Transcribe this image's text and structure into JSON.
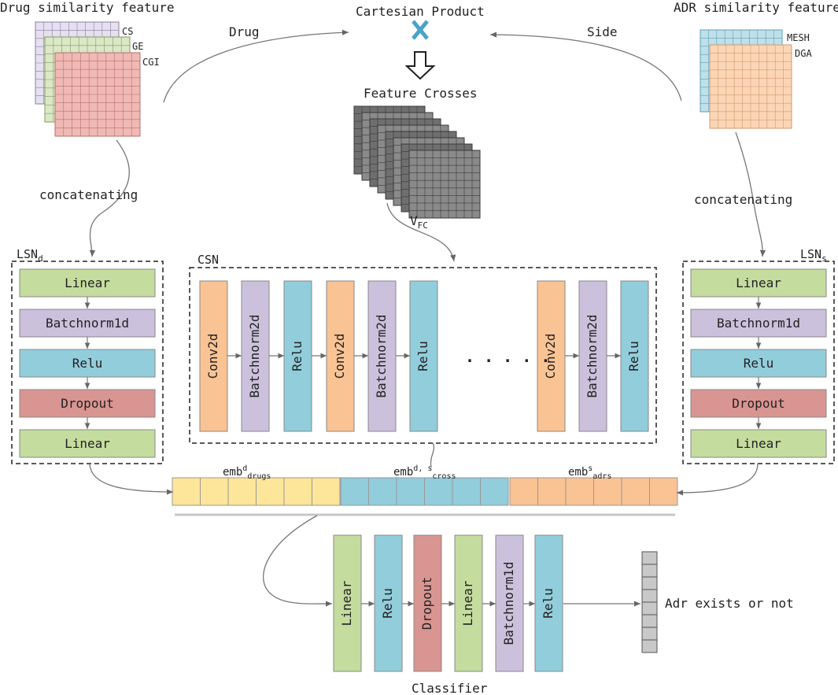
{
  "colors": {
    "linear": "#c5dc9f",
    "batchnorm": "#ccc1dc",
    "relu": "#92cddb",
    "dropout": "#d99592",
    "conv": "#f9c394",
    "cs_grid": "#e6e0ef",
    "ge_grid": "#dbe8c7",
    "cgi_grid": "#f0b9b5",
    "mesh_grid": "#bfe0ea",
    "dga_grid": "#fbd5b6",
    "emb_drugs": "#fde59a",
    "emb_cross": "#92cddb",
    "emb_adrs": "#f9c394",
    "cross_mark": "#4aa3c8"
  },
  "drug_panel": {
    "title": "Drug similarity feature",
    "layers": [
      "CS",
      "GE",
      "CGI"
    ],
    "connector": "concatenating",
    "arrow_label": "Drug"
  },
  "adr_panel": {
    "title": "ADR similarity feature",
    "layers": [
      "MESH",
      "DGA"
    ],
    "connector": "concatenating",
    "arrow_label": "Side"
  },
  "center": {
    "cartesian": "Cartesian Product",
    "feature_crosses": "Feature Crosses",
    "v_base": "V",
    "v_sub": "FC"
  },
  "lsn_d": {
    "name_base": "LSN",
    "name_sub": "d",
    "layers": [
      {
        "label": "Linear",
        "kind": "linear"
      },
      {
        "label": "Batchnorm1d",
        "kind": "batchnorm"
      },
      {
        "label": "Relu",
        "kind": "relu"
      },
      {
        "label": "Dropout",
        "kind": "dropout"
      },
      {
        "label": "Linear",
        "kind": "linear"
      }
    ]
  },
  "lsn_s": {
    "name_base": "LSN",
    "name_sub": "s",
    "layers": [
      {
        "label": "Linear",
        "kind": "linear"
      },
      {
        "label": "Batchnorm1d",
        "kind": "batchnorm"
      },
      {
        "label": "Relu",
        "kind": "relu"
      },
      {
        "label": "Dropout",
        "kind": "dropout"
      },
      {
        "label": "Linear",
        "kind": "linear"
      }
    ]
  },
  "csn": {
    "name": "CSN",
    "ellipsis": ". . . . .",
    "blocks": [
      {
        "label": "Conv2d",
        "kind": "conv"
      },
      {
        "label": "Batchnorm2d",
        "kind": "batchnorm"
      },
      {
        "label": "Relu",
        "kind": "relu"
      },
      {
        "label": "Conv2d",
        "kind": "conv"
      },
      {
        "label": "Batchnorm2d",
        "kind": "batchnorm"
      },
      {
        "label": "Relu",
        "kind": "relu"
      },
      {
        "label": "Conv2d",
        "kind": "conv"
      },
      {
        "label": "Batchnorm2d",
        "kind": "batchnorm"
      },
      {
        "label": "Relu",
        "kind": "relu"
      }
    ]
  },
  "embeddings": {
    "drugs": {
      "base": "emb",
      "sup": "d",
      "sub": "drugs"
    },
    "cross": {
      "base": "emb",
      "sup": "d, s",
      "sub": "cross"
    },
    "adrs": {
      "base": "emb",
      "sup": "s",
      "sub": "adrs"
    }
  },
  "classifier": {
    "name": "Classifier",
    "output": "Adr exists or not",
    "blocks": [
      {
        "label": "Linear",
        "kind": "linear"
      },
      {
        "label": "Relu",
        "kind": "relu"
      },
      {
        "label": "Dropout",
        "kind": "dropout"
      },
      {
        "label": "Linear",
        "kind": "linear"
      },
      {
        "label": "Batchnorm1d",
        "kind": "batchnorm"
      },
      {
        "label": "Relu",
        "kind": "relu"
      }
    ]
  }
}
